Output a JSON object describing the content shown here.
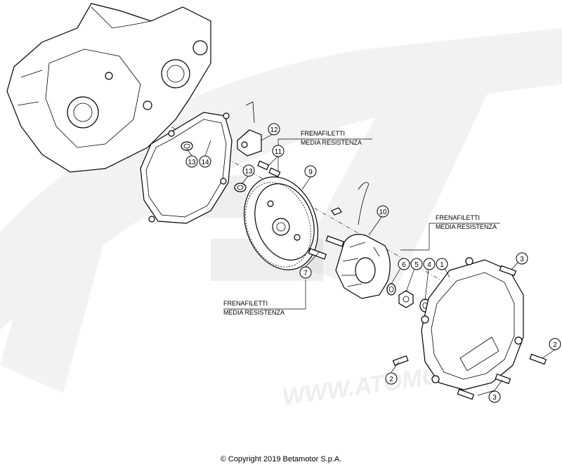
{
  "callouts": {
    "c1": "1",
    "c2a": "2",
    "c2b": "2",
    "c3a": "3",
    "c3b": "3",
    "c4": "4",
    "c5": "5",
    "c6": "6",
    "c7": "7",
    "c9": "9",
    "c10": "10",
    "c11": "11",
    "c12": "12",
    "c13a": "13",
    "c13b": "13",
    "c14": "14"
  },
  "notes": [
    {
      "line1": "FRENAFILETTI",
      "line2": "MEDIA RESISTENZA"
    },
    {
      "line1": "FRENAFILETTI",
      "line2": "MEDIA RESISTENZA"
    },
    {
      "line1": "FRENAFILETTI",
      "line2": "MEDIA RESISTENZA"
    }
  ],
  "watermark_text": "WWW.ATOMOTO.RU",
  "copyright": "© Copyright 2019 Betamotor S.p.A."
}
